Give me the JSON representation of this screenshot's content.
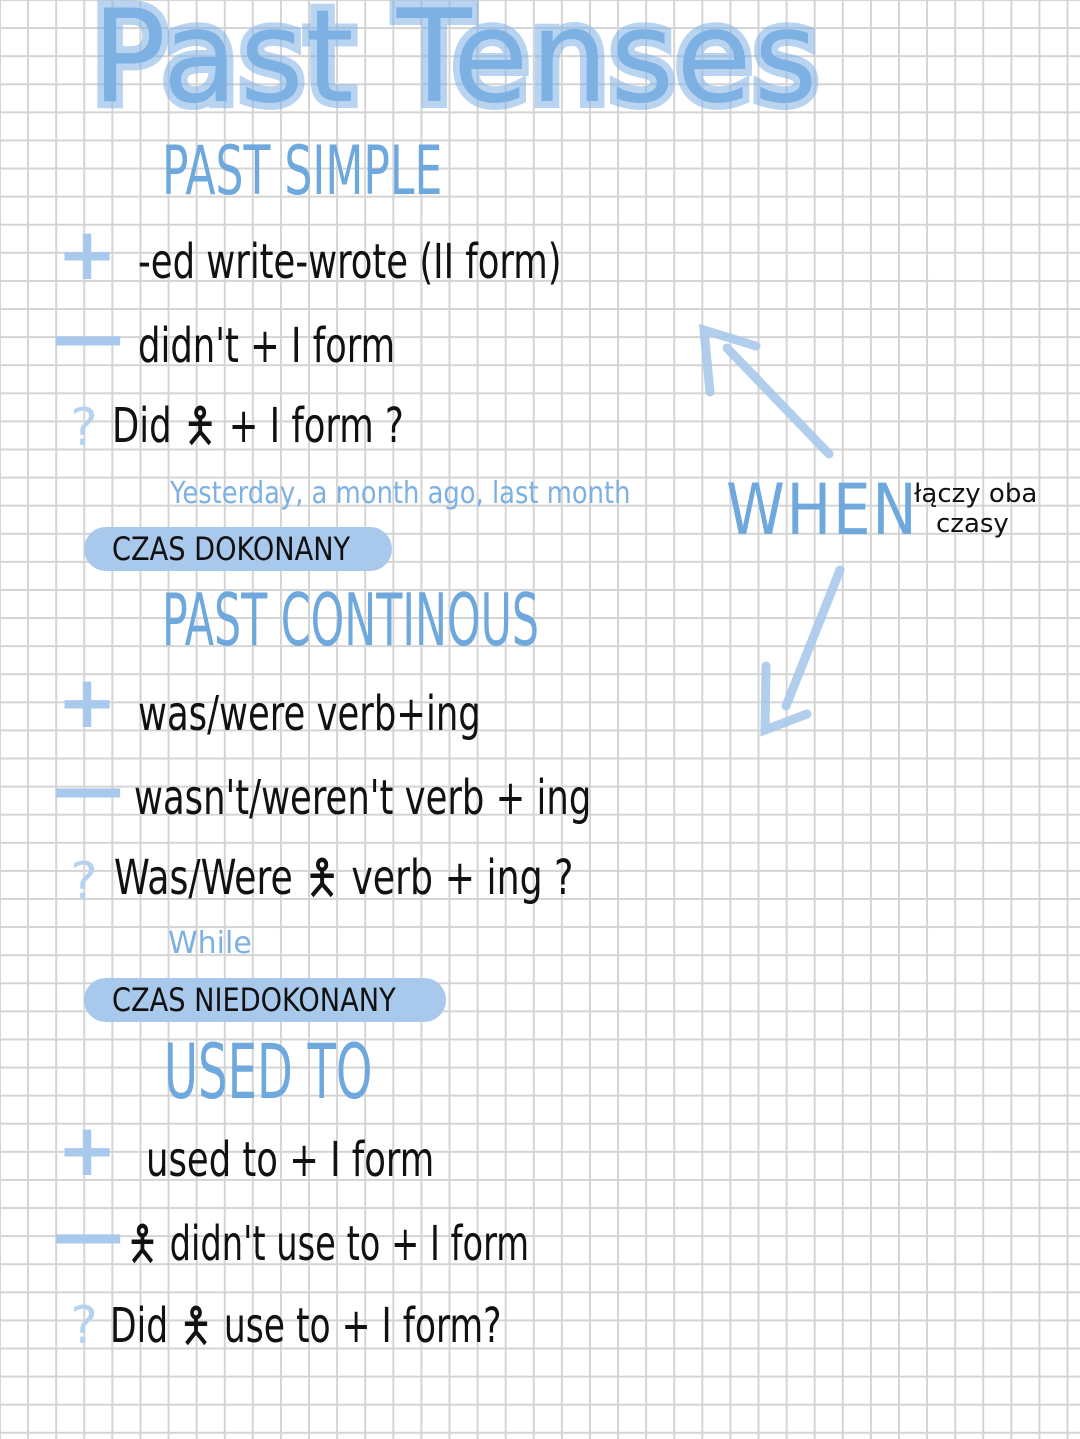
{
  "title": "Past Tenses",
  "colors": {
    "grid_line": "#d4d4d4",
    "pen_blue": "#6ea8dd",
    "highlighter_blue": "#a9c9ec",
    "ink": "#111111",
    "paper": "#ffffff"
  },
  "markers": {
    "positive": "+",
    "negative": "—",
    "question": "?"
  },
  "sections": [
    {
      "heading": "PAST SIMPLE",
      "lines": {
        "positive": "-ed  write-wrote (II form)",
        "negative": "didn't + I form",
        "question": "Did 🯅 + I form ?"
      },
      "signal_words": "Yesterday, a month ago, last month",
      "label": "CZAS DOKONANY"
    },
    {
      "heading": "PAST CONTINOUS",
      "lines": {
        "positive": "was/were     verb+ing",
        "negative": "wasn't/weren't  verb + ing",
        "question": "Was/Were 🯅  verb + ing ?"
      },
      "signal_words": "While",
      "label": "CZAS NIEDOKONANY"
    },
    {
      "heading": "USED TO",
      "lines": {
        "positive": "used to + I form",
        "negative": "🯅 didn't use to + I form",
        "question": "Did 🯅 use to + I form?"
      }
    }
  ],
  "connector": {
    "word": "WHEN",
    "note_line1": "łączy oba",
    "note_line2": "czasy"
  }
}
